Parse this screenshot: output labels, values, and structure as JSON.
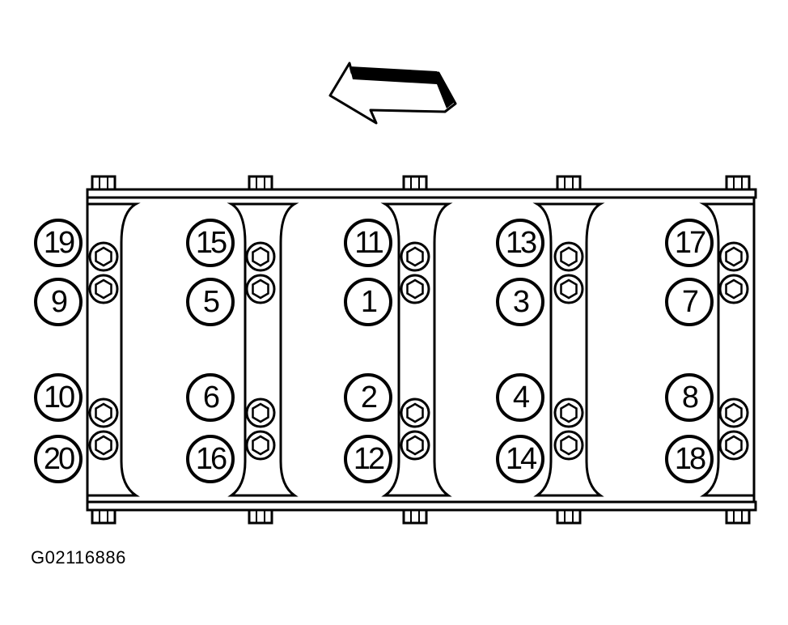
{
  "figure": {
    "caption": "G02116886",
    "direction_icon": "arrow-left-icon",
    "columns": [
      {
        "top": [
          "19",
          "9"
        ],
        "bottom": [
          "10",
          "20"
        ]
      },
      {
        "top": [
          "15",
          "5"
        ],
        "bottom": [
          "6",
          "16"
        ]
      },
      {
        "top": [
          "11",
          "1"
        ],
        "bottom": [
          "2",
          "12"
        ]
      },
      {
        "top": [
          "13",
          "3"
        ],
        "bottom": [
          "4",
          "14"
        ]
      },
      {
        "top": [
          "17",
          "7"
        ],
        "bottom": [
          "8",
          "18"
        ]
      }
    ]
  }
}
